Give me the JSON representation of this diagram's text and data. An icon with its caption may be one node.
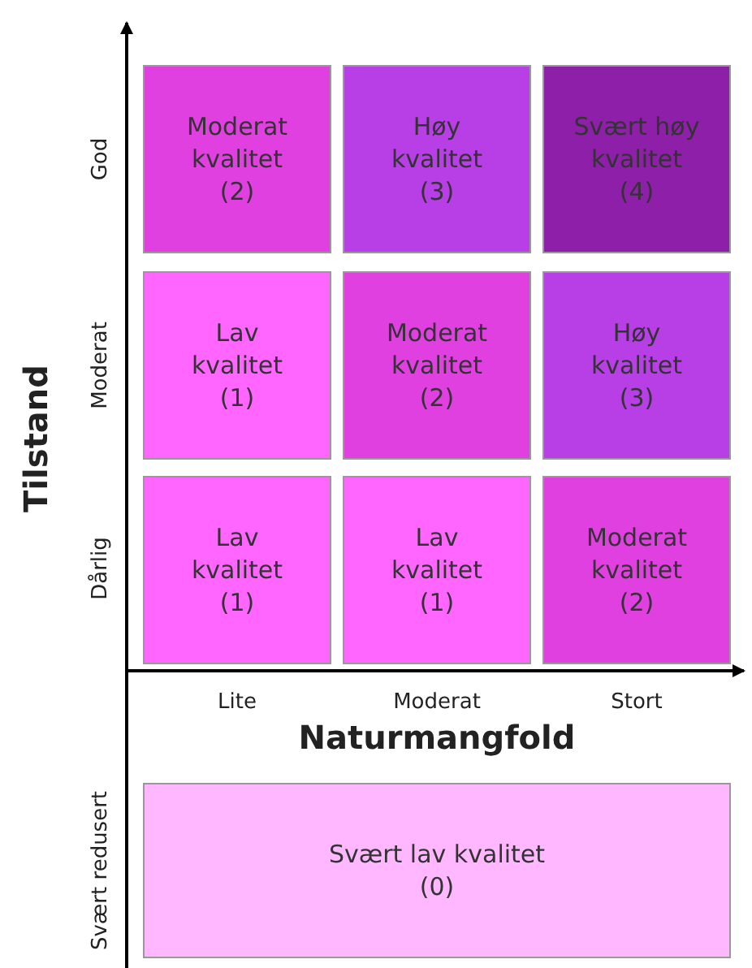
{
  "diagram": {
    "nodes": [
      {
        "text": [
          "Moderat kvalitet",
          "(2)"
        ]
      },
      {
        "text": [
          "Høy kvalitet",
          "(3)"
        ]
      },
      {
        "text": [
          "Svært høy kvalitet",
          "(4)"
        ]
      },
      {
        "text": [
          "Lav kvalitet",
          "(1)"
        ]
      },
      {
        "text": [
          "Moderat kvalitet",
          "(2)"
        ]
      },
      {
        "text": [
          "Høy kvalitet",
          "(3)"
        ]
      },
      {
        "text": [
          "Lav kvalitet",
          "(1)"
        ]
      },
      {
        "text": [
          "Lav kvalitet",
          "(1)"
        ]
      },
      {
        "text": [
          "Moderat kvalitet",
          "(2)"
        ]
      },
      {
        "text": [
          "Svært lav kvalitet",
          "(0)"
        ]
      }
    ],
    "edges": [],
    "labels": [
      "Tilstand",
      "God",
      "Moderat",
      "Dårlig",
      "Lite",
      "Moderat",
      "Stort",
      "Naturmangfold",
      "Svært redusert"
    ]
  }
}
